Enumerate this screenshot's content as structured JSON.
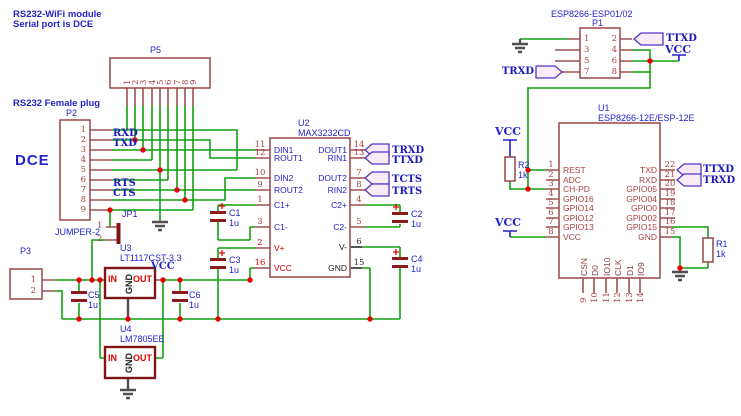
{
  "notes": {
    "module": "RS232-WiFi module",
    "serial": "Serial port is DCE",
    "plug": "RS232 Female plug",
    "dce": "DCE"
  },
  "vcc": "VCC",
  "p5": {
    "ref": "P5",
    "pins": [
      "1",
      "2",
      "3",
      "4",
      "5",
      "6",
      "7",
      "8",
      "9"
    ]
  },
  "p2": {
    "ref": "P2",
    "pins": [
      "1",
      "2",
      "3",
      "4",
      "5",
      "6",
      "7",
      "8",
      "9"
    ],
    "nets": {
      "rxd": "RXD",
      "txd": "TXD",
      "rts": "RTS",
      "cts": "CTS"
    }
  },
  "p3": {
    "ref": "P3",
    "pins": [
      "1",
      "2"
    ]
  },
  "jp1": {
    "ref": "JP1",
    "value": "JUMPER-2",
    "pin1": "1",
    "pin2": "2"
  },
  "u3": {
    "ref": "U3",
    "value": "LT1117CST-3.3",
    "in": "IN",
    "gnd": "GND",
    "out": "OUT"
  },
  "u4": {
    "ref": "U4",
    "value": "LM7805EE",
    "in": "IN",
    "gnd": "GND",
    "out": "OUT"
  },
  "u2": {
    "ref": "U2",
    "value": "MAX3232CD",
    "left_pins": [
      {
        "num": "11",
        "name": "DIN1",
        "c": "b"
      },
      {
        "num": "12",
        "name": "ROUT1",
        "c": "b"
      },
      {
        "num": "10",
        "name": "DIN2",
        "c": "b"
      },
      {
        "num": "9",
        "name": "ROUT2",
        "c": "b"
      },
      {
        "num": "1",
        "name": "C1+",
        "c": "b"
      },
      {
        "num": "3",
        "name": "C1-",
        "c": "b"
      },
      {
        "num": "2",
        "name": "V+",
        "c": "r",
        "nc": "r"
      },
      {
        "num": "16",
        "name": "VCC",
        "c": "r",
        "nc": "r"
      }
    ],
    "right_pins": [
      {
        "num": "14",
        "name": "DOUT1",
        "c": "b"
      },
      {
        "num": "13",
        "name": "RIN1",
        "c": "b"
      },
      {
        "num": "7",
        "name": "DOUT2",
        "c": "b"
      },
      {
        "num": "8",
        "name": "RIN2",
        "c": "b"
      },
      {
        "num": "4",
        "name": "C2+",
        "c": "b"
      },
      {
        "num": "5",
        "name": "C2-",
        "c": "b"
      },
      {
        "num": "6",
        "name": "V-",
        "c": "k",
        "nc": "k"
      },
      {
        "num": "15",
        "name": "GND",
        "c": "k",
        "nc": "k"
      }
    ],
    "flags": [
      "TRXD",
      "TTXD",
      "TCTS",
      "TRTS"
    ]
  },
  "caps": {
    "c1": {
      "ref": "C1",
      "value": "1u"
    },
    "c2": {
      "ref": "C2",
      "value": "1u"
    },
    "c3": {
      "ref": "C3",
      "value": "1u"
    },
    "c4": {
      "ref": "C4",
      "value": "1u"
    },
    "c5": {
      "ref": "C5",
      "value": "1u"
    },
    "c6": {
      "ref": "C6",
      "value": "1u"
    }
  },
  "esp01": {
    "title": "ESP8266-ESP01/02",
    "ref": "P1",
    "left_pins": [
      "1",
      "3",
      "5",
      "7"
    ],
    "right_pins": [
      "2",
      "4",
      "6",
      "8"
    ],
    "trxd": "TRXD",
    "ttxd": "TTXD"
  },
  "u1": {
    "ref": "U1",
    "value": "ESP8266-12E/ESP-12E",
    "left_pins": [
      {
        "num": "1",
        "name": "REST"
      },
      {
        "num": "2",
        "name": "ADC"
      },
      {
        "num": "3",
        "name": "CH-PD"
      },
      {
        "num": "4",
        "name": "GPIO16"
      },
      {
        "num": "5",
        "name": "GPIO14"
      },
      {
        "num": "6",
        "name": "GPIO12"
      },
      {
        "num": "7",
        "name": "GPIO13"
      },
      {
        "num": "8",
        "name": "VCC"
      }
    ],
    "right_pins": [
      {
        "num": "22",
        "name": "TXD"
      },
      {
        "num": "21",
        "name": "RXD"
      },
      {
        "num": "20",
        "name": "GPIO05"
      },
      {
        "num": "19",
        "name": "GPIO04"
      },
      {
        "num": "18",
        "name": "GPIO0"
      },
      {
        "num": "17",
        "name": "GPIO02"
      },
      {
        "num": "16",
        "name": "GPIO15"
      },
      {
        "num": "15",
        "name": "GND"
      }
    ],
    "bottom_pins": [
      {
        "num": "9",
        "name": "CSN"
      },
      {
        "num": "10",
        "name": "D0"
      },
      {
        "num": "11",
        "name": "IO10"
      },
      {
        "num": "12",
        "name": "CLK"
      },
      {
        "num": "13",
        "name": "D1"
      },
      {
        "num": "14",
        "name": "IO9"
      }
    ],
    "ttxd": "TTXD",
    "trxd": "TRXD"
  },
  "r1": {
    "ref": "R1",
    "value": "1k"
  },
  "r2": {
    "ref": "R2",
    "value": "1k"
  }
}
